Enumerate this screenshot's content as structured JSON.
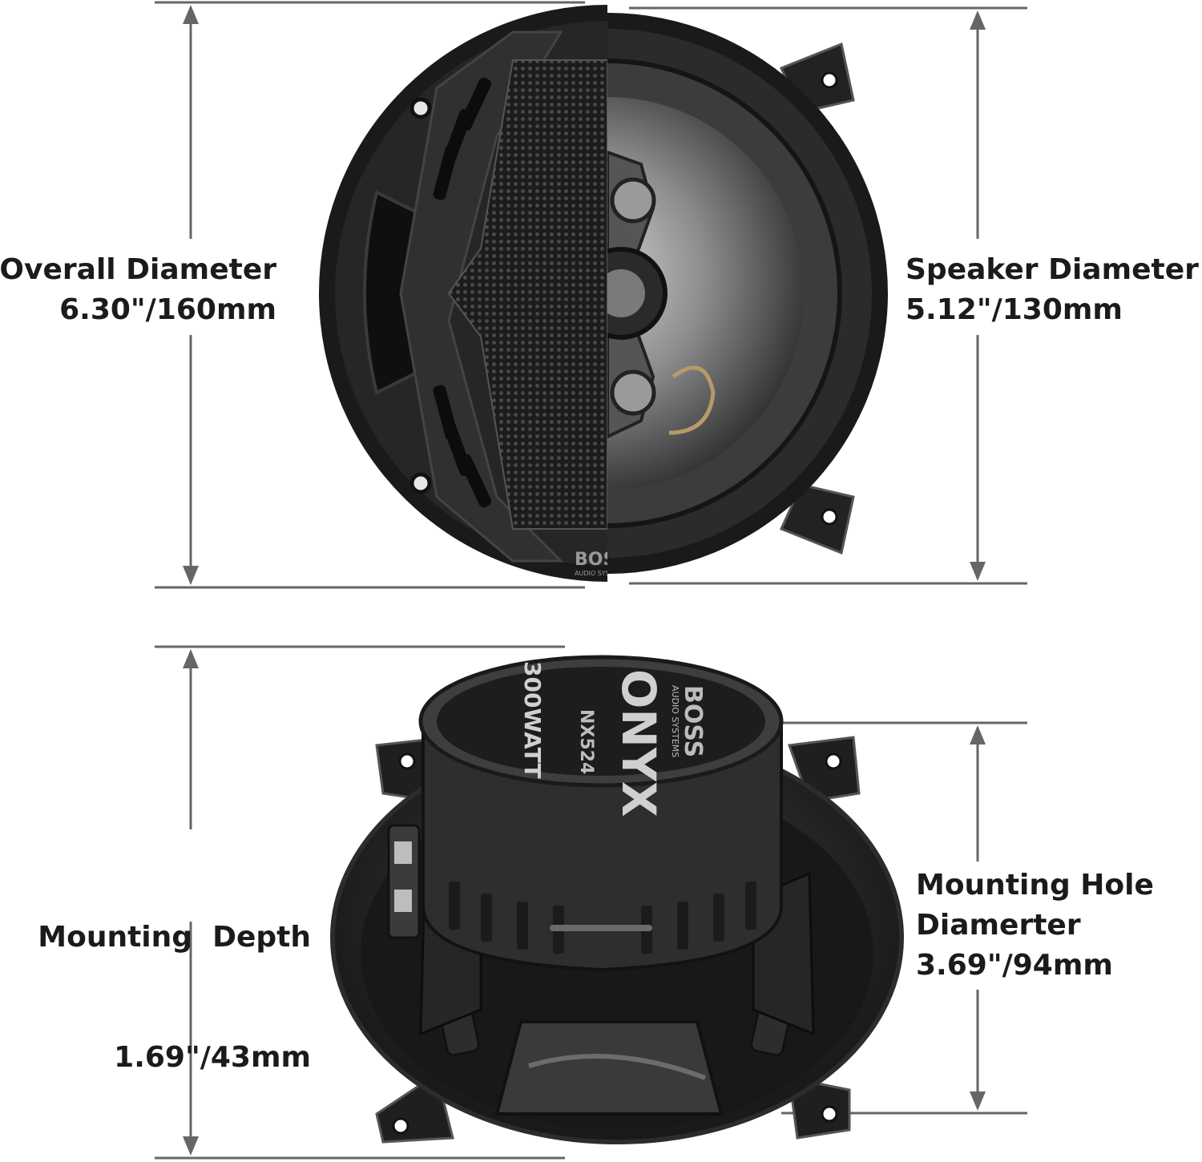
{
  "dimensions": {
    "overall_diameter": {
      "label": "Overall Diameter",
      "value": "6.30\"/160mm"
    },
    "speaker_diameter": {
      "label": "Speaker Diameter",
      "value": "5.12\"/130mm"
    },
    "mounting_depth": {
      "label": "Mounting  Depth",
      "value": "1.69\"/43mm"
    },
    "mounting_hole_diameter": {
      "label_line1": "Mounting Hole",
      "label_line2": "Diamerter",
      "value": "3.69\"/94mm"
    }
  },
  "product_marks": {
    "brand": "BOSS",
    "brand_sub": "AUDIO SYSTEMS",
    "series": "ONYX",
    "power": "300WATT",
    "model": "NX524"
  },
  "colors": {
    "dimension_line": "#666666",
    "text": "#1b1b1b",
    "speaker_dark": "#1e1e1e",
    "speaker_mid": "#3a3a3a",
    "speaker_light": "#8a8a8a"
  }
}
